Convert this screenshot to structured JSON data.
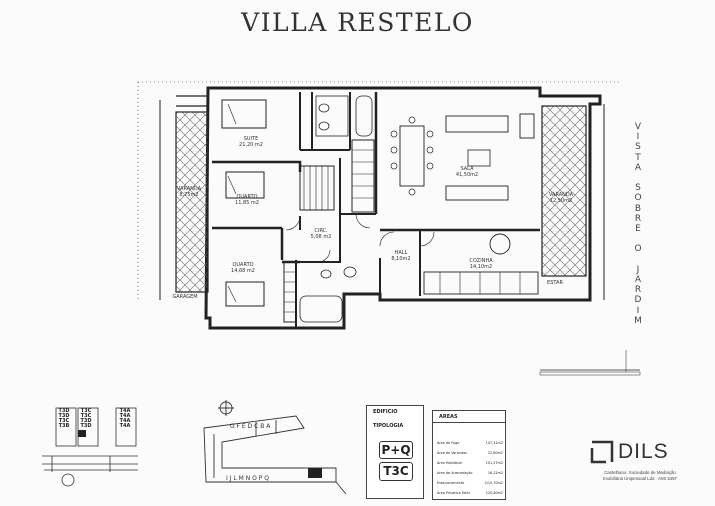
{
  "title": "VILLA RESTELO",
  "vista_text": "VISTA SOBRE O JARDIM",
  "rooms": [
    {
      "id": "suite",
      "name": "SUITE",
      "area": "21,20 m2"
    },
    {
      "id": "quarto1",
      "name": "QUARTO",
      "area": "11,85 m2"
    },
    {
      "id": "quarto2",
      "name": "QUARTO",
      "area": "14,68 m2"
    },
    {
      "id": "varanda1",
      "name": "VARANDA",
      "area": "8,75m2"
    },
    {
      "id": "circ",
      "name": "CIRC.",
      "area": "5,08 m2"
    },
    {
      "id": "hall",
      "name": "HALL",
      "area": "8,10m2"
    },
    {
      "id": "sala",
      "name": "SALA",
      "area": "41,50m2"
    },
    {
      "id": "cozinha",
      "name": "COZINHA",
      "area": "14,10m2"
    },
    {
      "id": "varanda2",
      "name": "VARANDA",
      "area": "12,50m2"
    }
  ],
  "plan_notes": {
    "garagem": "GARAGEM",
    "estar": "ESTAR"
  },
  "keyplan": {
    "cells": [
      [
        "T3D",
        "T3C",
        "T4A"
      ],
      [
        "T3D",
        "T3C",
        "T4A"
      ],
      [
        "T3C",
        "T3D",
        "T4A"
      ],
      [
        "T3B",
        "T3D",
        "T4A"
      ]
    ]
  },
  "site_plan": {
    "letters_top": "G F E D C B A",
    "letters_bottom": "I J L M N O P Q"
  },
  "tipologia": {
    "edificio": "EDIFICIO",
    "tipologia_label": "TIPOLOGIA",
    "building": "P+Q",
    "type": "T3C"
  },
  "areas": {
    "heading": "AREAS",
    "rows": [
      {
        "k": "Area de Fogo",
        "v": "147,31m2"
      },
      {
        "k": "Area de Varandas",
        "v": "22,80m2"
      },
      {
        "k": "Area Habitável",
        "v": "101,27m2"
      },
      {
        "k": "Area de Arrecadação",
        "v": "16,22m2"
      },
      {
        "k": "Estacionamento",
        "v": "2/10,70m2"
      },
      {
        "k": "Area Privativa Total",
        "v": "220,40m2"
      }
    ]
  },
  "brand": {
    "name": "DILS",
    "line1": "Castelhano, Sociedade de Mediação",
    "line2": "Imobiliária Unipessoal Lda · AMI 3497"
  }
}
